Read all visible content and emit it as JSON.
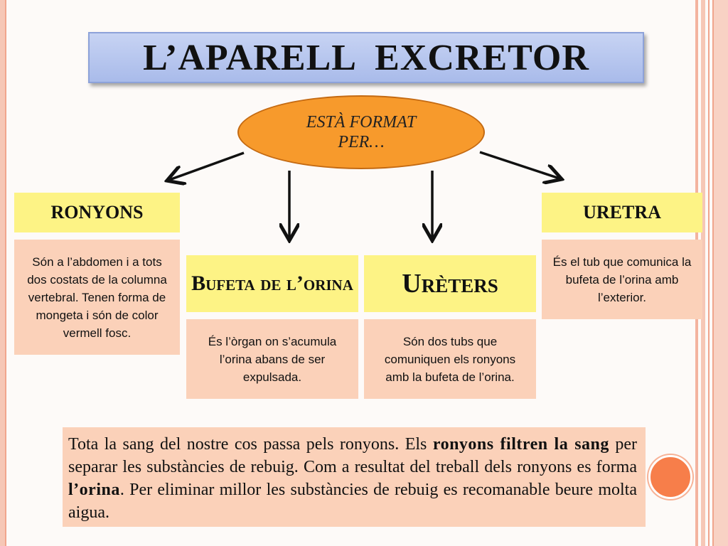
{
  "title": "L’APARELL  EXCRETOR",
  "center": {
    "label": "ESTÀ FORMAT PER…"
  },
  "components": [
    {
      "id": "ronyons",
      "heading": "RONYONS",
      "description": "Són a l’abdomen i a tots dos costats de la columna vertebral. Tenen forma de mongeta i són de color vermell fosc."
    },
    {
      "id": "bufeta",
      "heading": "Bufeta de l’orina",
      "description": "És l’òrgan on s’acumula l’orina abans de ser expulsada."
    },
    {
      "id": "ureters",
      "heading": "Urèters",
      "description": "Són dos tubs que comuniquen els ronyons amb la bufeta de l’orina."
    },
    {
      "id": "uretra",
      "heading": "URETRA",
      "description": "És el tub que comunica la bufeta de l’orina amb l’exterior."
    }
  ],
  "summary": {
    "t1": "Tota la sang del nostre cos passa pels ronyons. Els ",
    "b1": "ronyons filtren la sang",
    "t2": " per separar les substàncies de rebuig. Com a resultat del treball dels ronyons es forma ",
    "b2": "l’orina",
    "t3": ". Per eliminar millor les substàncies de rebuig es recomanable beure molta aigua."
  },
  "colors": {
    "title_bg": "#aabbea",
    "oval": "#f79a2c",
    "heading_bg": "#fdf385",
    "text_bg": "#fbd1b9",
    "decor_circle": "#f77e4a"
  }
}
